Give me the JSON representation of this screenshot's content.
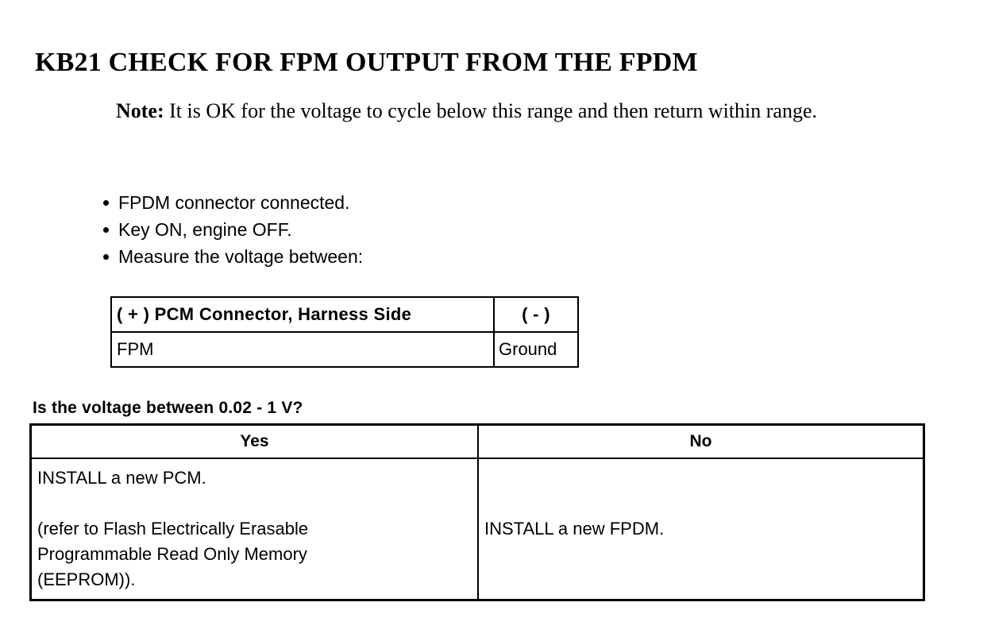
{
  "document": {
    "title": "KB21 CHECK FOR FPM OUTPUT FROM THE FPDM",
    "note": {
      "label": "Note:",
      "text": "It is OK for the voltage to cycle below this range and then return within range."
    },
    "conditions": [
      {
        "label": "FPDM connector connected."
      },
      {
        "label": "Key ON, engine OFF."
      },
      {
        "label": "Measure the voltage between:"
      }
    ],
    "connector_table": {
      "headers": [
        "( + ) PCM Connector, Harness Side",
        "( - )"
      ],
      "rows": [
        [
          "FPM",
          "Ground"
        ]
      ]
    },
    "question": "Is the voltage between 0.02 - 1 V?",
    "decision_table": {
      "headers": [
        "Yes",
        "No"
      ],
      "yes_lines": [
        "INSTALL a new PCM.",
        "",
        "(refer to Flash Electrically Erasable",
        "Programmable Read Only Memory",
        "(EEPROM))."
      ],
      "no_lines": [
        "INSTALL a new FPDM."
      ]
    }
  },
  "colors": {
    "text": "#000000",
    "background": "#ffffff",
    "border": "#000000"
  }
}
